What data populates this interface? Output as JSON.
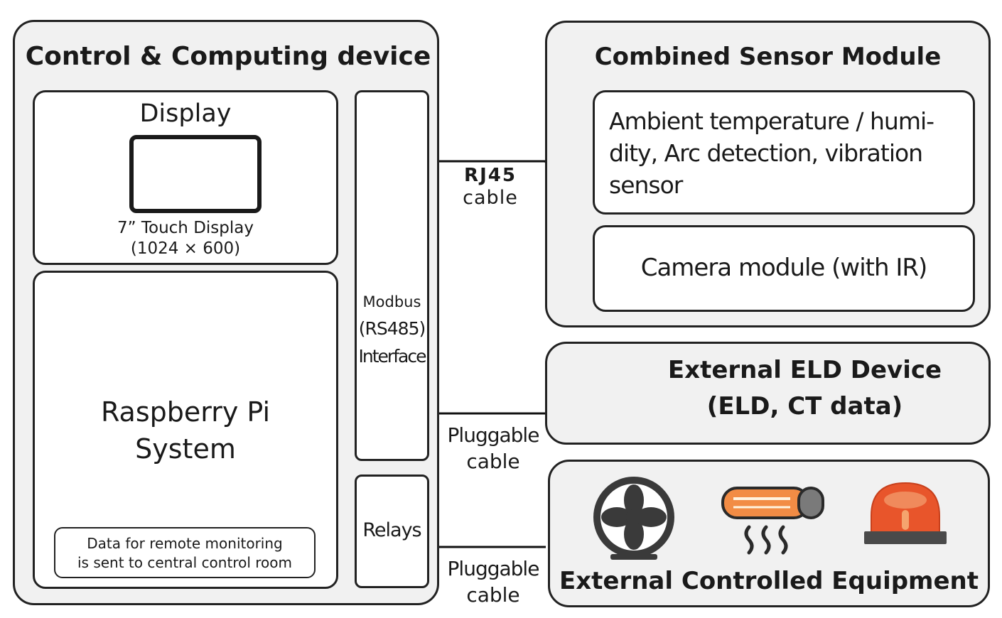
{
  "control": {
    "title": "Control & Computing device",
    "display": {
      "title": "Display",
      "line1": "7” Touch Display",
      "line2": "(1024 × 600)"
    },
    "raspberry": {
      "line1": "Raspberry Pi",
      "line2": "System",
      "note_line1": "Data for remote monitoring",
      "note_line2": "is sent to central control room"
    },
    "modbus": {
      "line1": "Modbus",
      "line2": "(RS485)",
      "line3": "Interface"
    },
    "relays": "Relays"
  },
  "cables": {
    "rj45_line1": "RJ45",
    "rj45_line2": "cable",
    "pluggable1_line1": "Pluggable",
    "pluggable1_line2": "cable",
    "pluggable2_line1": "Pluggable",
    "pluggable2_line2": "cable"
  },
  "sensor": {
    "title": "Combined Sensor Module",
    "ambient_line1": "Ambient temperature / humi-",
    "ambient_line2": "dity, Arc detection, vibration",
    "ambient_line3": "sensor",
    "camera": "Camera module (with IR)"
  },
  "eld": {
    "line1": "External ELD Device",
    "line2": "(ELD, CT data)"
  },
  "equipment": {
    "title": "External Controlled Equipment",
    "icons": [
      "fan-icon",
      "heater-icon",
      "alarm-beacon-icon"
    ]
  },
  "colors": {
    "panel_bg": "#f1f1f1",
    "heater_orange": "#f28c45",
    "beacon_red": "#e8552b",
    "icon_dark": "#3a3a3a"
  }
}
